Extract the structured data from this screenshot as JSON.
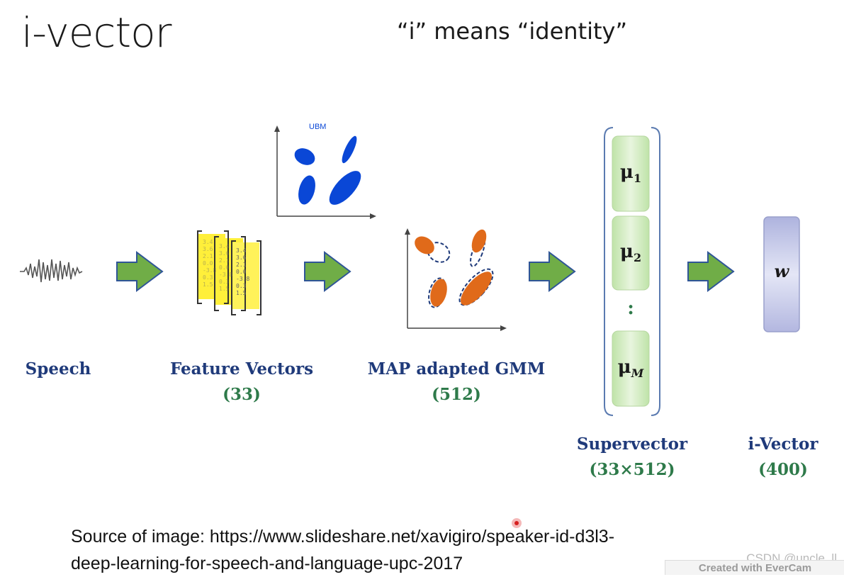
{
  "title": "i-vector",
  "subtitle": "“i” means “identity”",
  "ubm_label": "UBM",
  "feature_values": [
    "3.4",
    "3.6",
    "2.1",
    "0.0",
    "-3.8",
    "0.3",
    "1.5"
  ],
  "labels": {
    "speech": "Speech",
    "feature_vectors": "Feature Vectors",
    "feature_vectors_dim": "(33)",
    "map_gmm": "MAP adapted GMM",
    "map_gmm_dim": "(512)",
    "supervector": "Supervector",
    "supervector_dim": "(33×512)",
    "ivector": "i-Vector",
    "ivector_dim": "(400)"
  },
  "supervector_items": [
    "μ1",
    "μ2",
    ":",
    "μM"
  ],
  "ivector_symbol": "w",
  "source": {
    "line1": "Source of image: https://www.slideshare.net/xavigiro/speaker-id-d3l3-",
    "line2": "deep-learning-for-speech-and-language-upc-2017"
  },
  "watermark": "CSDN @uncle_ll",
  "evercam": "Created with EverCam",
  "colors": {
    "arrow_fill": "#70ad47",
    "arrow_stroke": "#2f5597",
    "ubm_blue": "#0a47d6",
    "gmm_orange": "#e06a1a",
    "feature_yellow": "#ffef3a",
    "supervector_cell": "#d4ecc4",
    "label_blue": "#1f3a7a",
    "label_green": "#2e7a4a",
    "ivector_fill": "#c9cdea"
  }
}
